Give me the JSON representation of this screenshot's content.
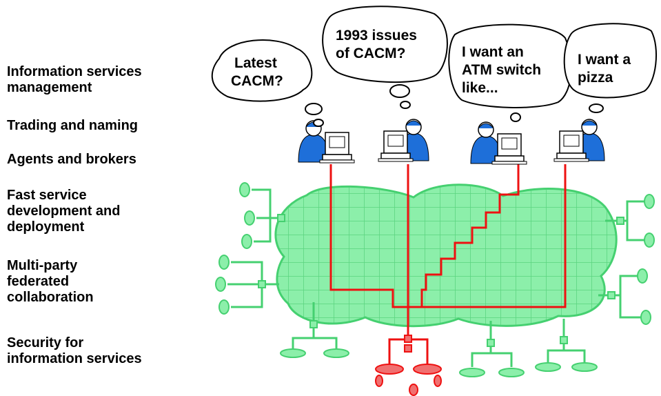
{
  "topics": [
    "Information services\nmanagement",
    "Trading and naming",
    "Agents and brokers",
    "Fast service\ndevelopment and\ndeployment",
    "Multi-party\nfederated\ncollaboration",
    "Security for\ninformation services"
  ],
  "bubbles": [
    {
      "lines": [
        "Latest",
        "CACM?"
      ]
    },
    {
      "lines": [
        "1993 issues",
        "of CACM?"
      ]
    },
    {
      "lines": [
        "I want an",
        "ATM switch",
        "like..."
      ]
    },
    {
      "lines": [
        "I want a",
        "pizza"
      ]
    }
  ],
  "colors": {
    "network": "#7ee8a0",
    "network_dark": "#45d070",
    "highlight": "#ee1111",
    "user": "#1e6fd9"
  },
  "icons": [
    "person-at-computer-icon",
    "cloud-network-icon",
    "network-node-icon"
  ]
}
